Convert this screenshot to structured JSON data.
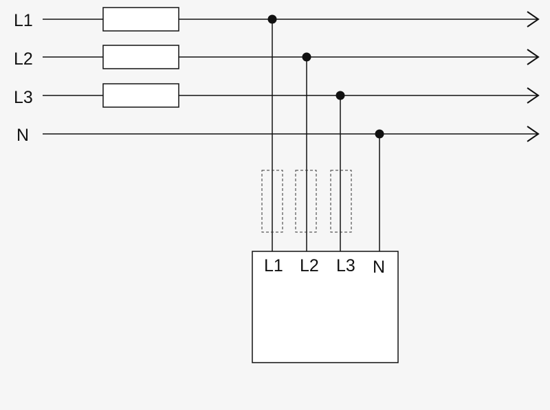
{
  "lines": [
    {
      "id": "l1",
      "label": "L1",
      "has_supply_fuse": true
    },
    {
      "id": "l2",
      "label": "L2",
      "has_supply_fuse": true
    },
    {
      "id": "l3",
      "label": "L3",
      "has_supply_fuse": true
    },
    {
      "id": "n",
      "label": "N",
      "has_supply_fuse": false
    }
  ],
  "device": {
    "terminals": [
      "L1",
      "L2",
      "L3",
      "N"
    ]
  }
}
